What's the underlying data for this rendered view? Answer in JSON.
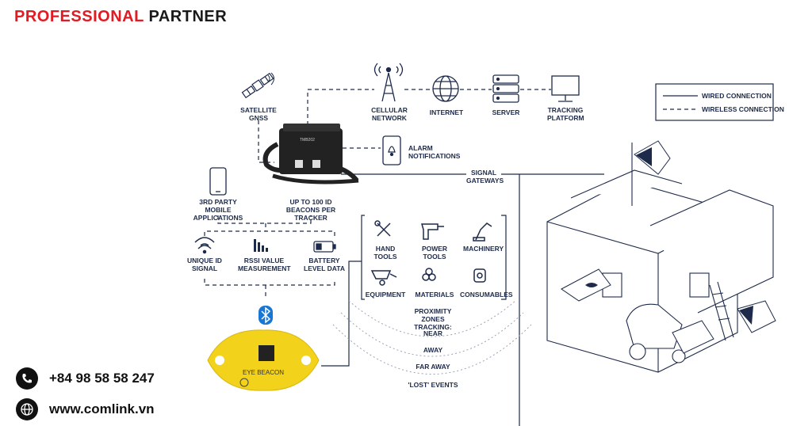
{
  "brand": {
    "part1": "PROFESSIONAL",
    "part2": "PARTNER"
  },
  "legend": {
    "wired": "WIRED CONNECTION",
    "wireless": "WIRELESS CONNECTION"
  },
  "nodes": {
    "satellite": "SATELLITE GNSS",
    "cellular": "CELLULAR NETWORK",
    "internet": "INTERNET",
    "server": "SERVER",
    "platform": "TRACKING PLATFORM",
    "alarm": "ALARM NOTIFICATIONS",
    "gateways": "SIGNAL GATEWAYS",
    "mobile": "3RD PARTY MOBILE APPLICATIONS",
    "beacons": "UP TO 100 ID BEACONS PER TRACKER"
  },
  "tracker_text": "TMB202",
  "signals": [
    "UNIQUE ID SIGNAL",
    "RSSI VALUE MEASUREMENT",
    "BATTERY LEVEL DATA"
  ],
  "assets": [
    "HAND TOOLS",
    "POWER TOOLS",
    "MACHINERY",
    "EQUIPMENT",
    "MATERIALS",
    "CONSUMABLES"
  ],
  "zones": {
    "title": "PROXIMITY ZONES TRACKING:",
    "near": "NEAR",
    "away": "AWAY",
    "far": "FAR AWAY",
    "lost": "'LOST' EVENTS"
  },
  "beacon_label": "EYE BEACON",
  "contact": {
    "phone": "+84 98 58 58 247",
    "web": "www.comlink.vn"
  },
  "colors": {
    "accent": "#e21a22",
    "line": "#1d2a4a",
    "beacon": "#f2d21b",
    "bluetooth": "#1877d4"
  }
}
